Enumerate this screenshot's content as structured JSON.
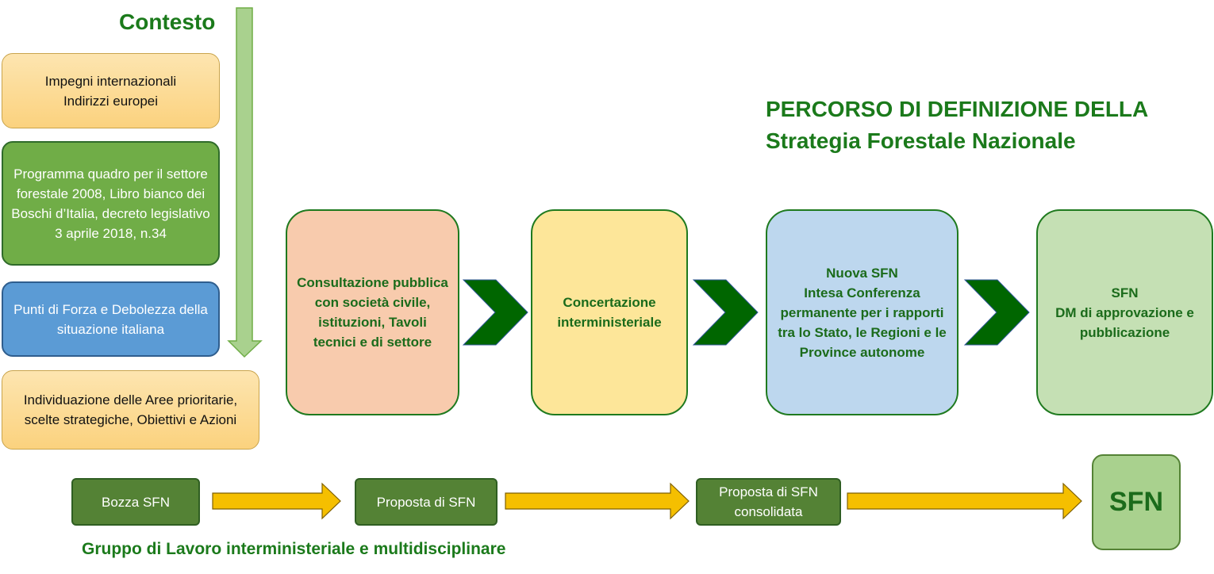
{
  "context": {
    "title": "Contesto",
    "boxes": [
      "Impegni internazionali\nIndirizzi europei",
      "Programma quadro per il settore forestale 2008, Libro bianco dei Boschi d’Italia, decreto legislativo 3 aprile 2018, n.34",
      "Punti di Forza e Debolezza della situazione italiana",
      "Individuazione delle Aree prioritarie, scelte strategiche, Obiettivi e Azioni"
    ]
  },
  "main_title": "PERCORSO DI DEFINIZIONE DELLA\nStrategia Forestale Nazionale",
  "steps": [
    "Consultazione pubblica con società civile, istituzioni,  Tavoli tecnici e di settore",
    "Concertazione interministeriale",
    "Nuova SFN\nIntesa Conferenza permanente per i rapporti  tra lo Stato, le Regioni e le Province autonome",
    "SFN\nDM di approvazione e pubblicazione"
  ],
  "bottom": {
    "stages": [
      "Bozza SFN",
      "Proposta di SFN",
      "Proposta di SFN consolidata"
    ],
    "final": "SFN",
    "group_label": "Gruppo di Lavoro interministeriale e multidisciplinare"
  },
  "colors": {
    "title_green": "#1b7a1b",
    "chevron_green": "#006600",
    "bottom_arrow": "#f5bf00",
    "down_arrow": "#a9d18e"
  },
  "icons": [
    "down-arrow-icon",
    "chevron-right-icon",
    "block-arrow-right-icon"
  ]
}
